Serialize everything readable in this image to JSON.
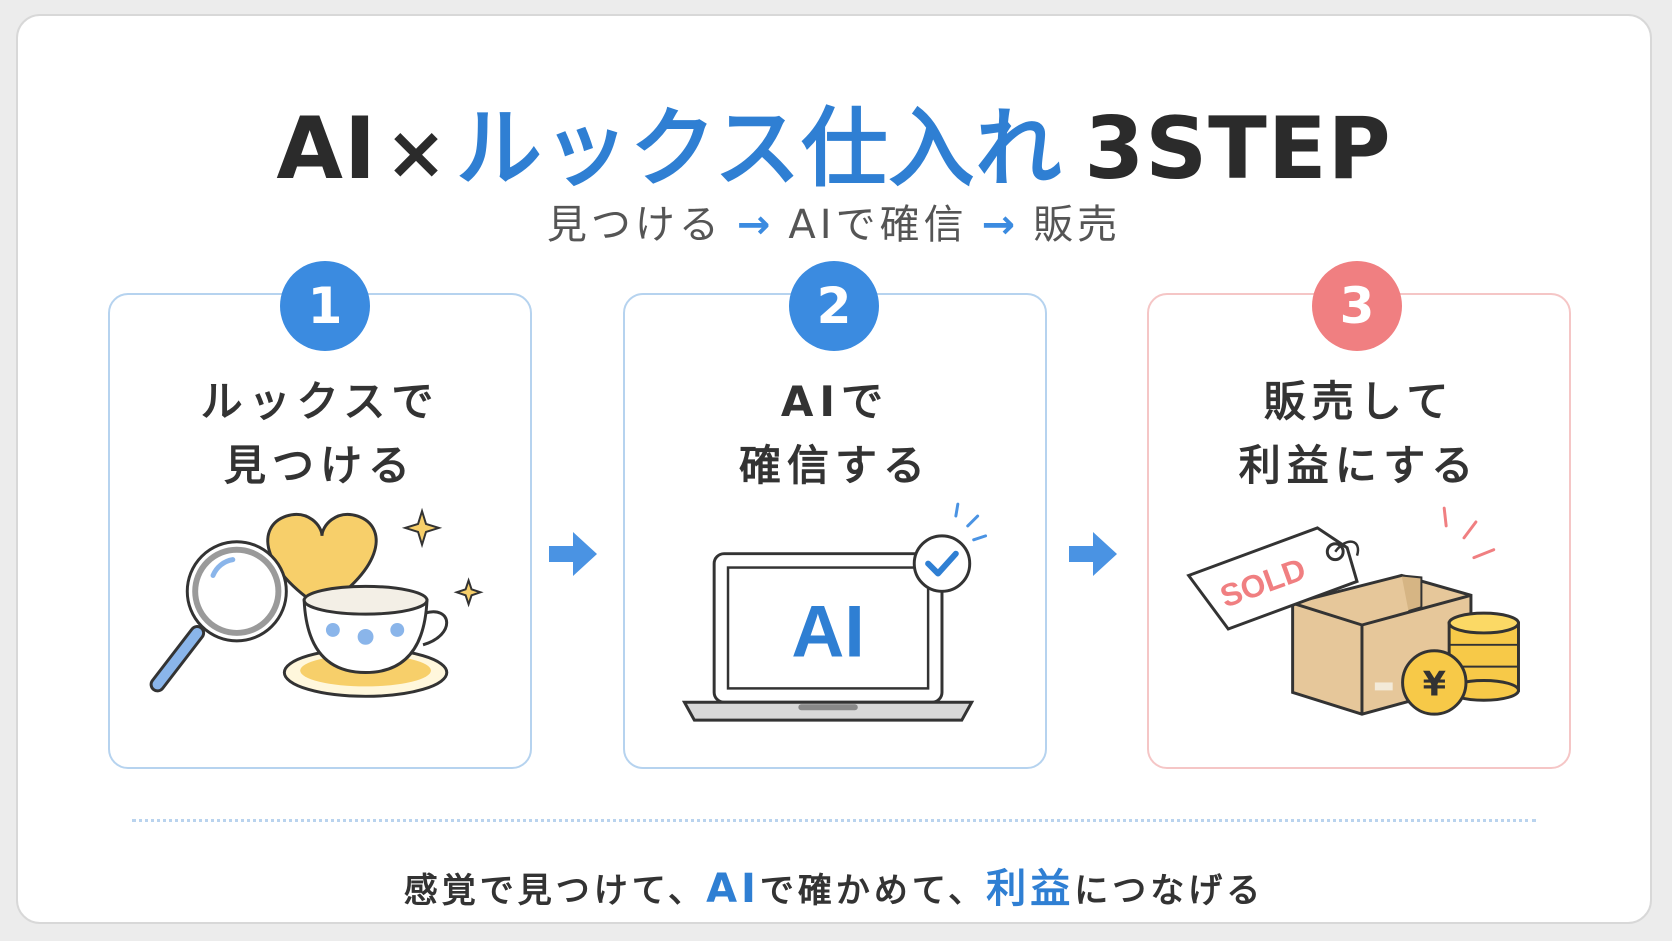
{
  "title": {
    "part1": "AI",
    "times": "×",
    "part2": "ルックス仕入れ",
    "part3": "3STEP"
  },
  "subtitle": {
    "step1": "見つける",
    "arrow": "→",
    "step2": "AIで確信",
    "step3": "販売"
  },
  "steps": [
    {
      "number": "1",
      "title_line1": "ルックスで",
      "title_line2": "見つける",
      "color": "#3b8be0"
    },
    {
      "number": "2",
      "title_line1": "AIで",
      "title_line2": "確信する",
      "illustration_text": "AI",
      "color": "#3b8be0"
    },
    {
      "number": "3",
      "title_line1": "販売して",
      "title_line2": "利益にする",
      "tag_text": "SOLD",
      "coin_text": "¥",
      "color": "#f07f81"
    }
  ],
  "footer": {
    "p1": "感覚で見つけて、",
    "h1": "AI",
    "p2": "で確かめて、",
    "h2": "利益",
    "p3": "につなげる"
  },
  "colors": {
    "accent_blue": "#2f7fd3",
    "accent_red": "#f07f81",
    "card_border_blue": "#b6d3ef",
    "card_border_red": "#f5c6c6"
  }
}
